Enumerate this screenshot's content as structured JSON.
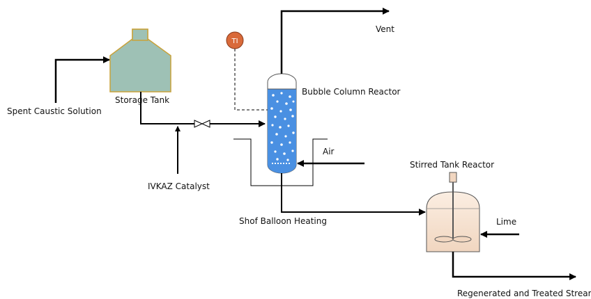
{
  "labels": {
    "spent_caustic": "Spent Caustic Solution",
    "storage_tank": "Storage Tank",
    "catalyst": "IVKAZ Catalyst",
    "bubble_column": "Bubble Column Reactor",
    "vent": "Vent",
    "air": "Air",
    "heating": "Shof Balloon Heating",
    "stirred_tank": "Stirred Tank Reactor",
    "lime": "Lime",
    "output": "Regenerated and Treated Stream",
    "indicator": "TI"
  },
  "colors": {
    "tank_fill": "#9ec1b5",
    "tank_stroke": "#c9a23a",
    "liquid": "#4a90e2",
    "indicator": "#d96a3a",
    "stirred_tank_fill": "#f6e3d3"
  }
}
